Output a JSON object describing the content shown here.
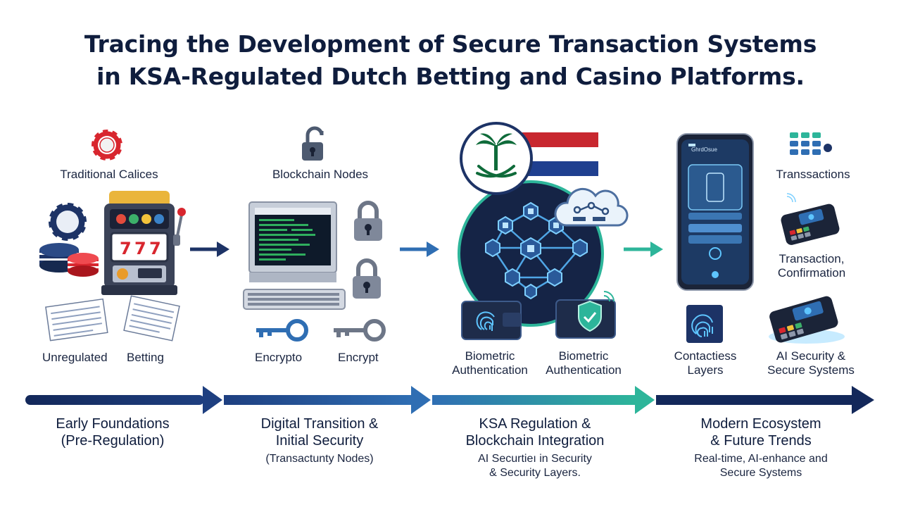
{
  "title": {
    "line1": "Tracing the Development of Secure Transaction Systems",
    "line2": "in KSA-Regulated Dutch Betting and Casino Platforms."
  },
  "stage1": {
    "labels": {
      "top": "Traditional Calices",
      "bottom_left": "Unregulated",
      "bottom_right": "Betting"
    },
    "timeline_title": [
      "Early Foundations",
      "(Pre-Regulation)"
    ]
  },
  "stage2": {
    "labels": {
      "top": "Blockchain Nodes",
      "key_left": "Encrypto",
      "key_right": "Encrypt"
    },
    "timeline_title": [
      "Digital Transition &",
      "Initial Security"
    ],
    "timeline_sub": "(Transactunty Nodes)"
  },
  "stage3": {
    "labels": {
      "left": [
        "Biometric",
        "Authentication"
      ],
      "right": [
        "Biometric",
        "Authentication"
      ]
    },
    "timeline_title": [
      "KSA Regulation &",
      "Blockchain Integration"
    ],
    "timeline_sub": [
      "AI Securtieı in Security",
      "& Security Layers."
    ]
  },
  "stage4": {
    "labels": {
      "transactions": "Transsactions",
      "confirmation": [
        "Transaction,",
        "Confirmation"
      ],
      "contactless": [
        "Contactiess",
        "Layers"
      ],
      "ai": [
        "AI Security &",
        "Secure Systems"
      ]
    },
    "phone_header": "GhrdOsue",
    "timeline_title": [
      "Modern Ecosystem",
      "& Future Trends"
    ],
    "timeline_sub": [
      "Real-time, AI-enhance and",
      "Secure Systems"
    ]
  },
  "colors": {
    "navy": "#13285a",
    "blue": "#2f6eb3",
    "teal": "#2db59a",
    "chip_red": "#d8262e"
  }
}
